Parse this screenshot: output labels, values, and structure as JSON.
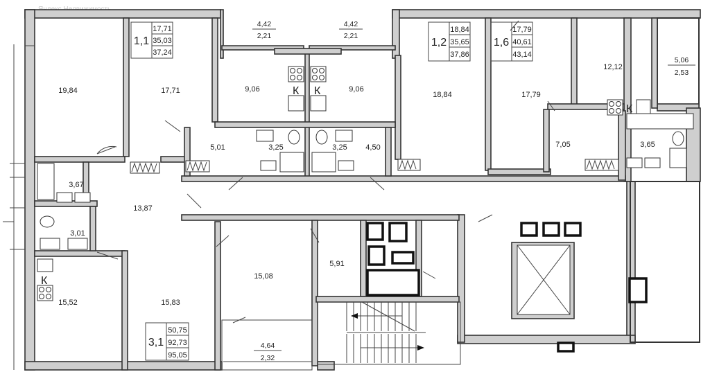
{
  "watermark": "Яндекс Недвижимость",
  "rooms": [
    {
      "id": "r1",
      "label": "19,84"
    },
    {
      "id": "r2",
      "label": "17,71"
    },
    {
      "id": "r3",
      "label": "9,06"
    },
    {
      "id": "r4",
      "label": "9,06"
    },
    {
      "id": "r5",
      "label": "18,84"
    },
    {
      "id": "r6",
      "label": "17,79"
    },
    {
      "id": "r7",
      "label": "12,12"
    },
    {
      "id": "r8",
      "label": "5,01"
    },
    {
      "id": "r9",
      "label": "3,25"
    },
    {
      "id": "r10",
      "label": "3,25"
    },
    {
      "id": "r11",
      "label": "4,50"
    },
    {
      "id": "r12",
      "label": "7,05"
    },
    {
      "id": "r13",
      "label": "3,65"
    },
    {
      "id": "r14",
      "label": "3,67"
    },
    {
      "id": "r15",
      "label": "13,87"
    },
    {
      "id": "r16",
      "label": "3,01"
    },
    {
      "id": "r17",
      "label": "15,08"
    },
    {
      "id": "r18",
      "label": "5,91"
    },
    {
      "id": "r19",
      "label": "15,52"
    },
    {
      "id": "r20",
      "label": "15,83"
    }
  ],
  "balconies": [
    {
      "id": "b1",
      "top": "4,42",
      "bottom": "2,21"
    },
    {
      "id": "b2",
      "top": "4,42",
      "bottom": "2,21"
    },
    {
      "id": "b3",
      "top": "5,06",
      "bottom": "2,53"
    },
    {
      "id": "b4",
      "top": "4,64",
      "bottom": "2,32"
    }
  ],
  "apartments": [
    {
      "id": "1,1",
      "living": "17,71",
      "total": "35,03",
      "with_balcony": "37,24"
    },
    {
      "id": "1,2",
      "living": "18,84",
      "total": "35,65",
      "with_balcony": "37,86"
    },
    {
      "id": "1,6",
      "living": "17,79",
      "total": "40,61",
      "with_balcony": "43,14"
    },
    {
      "id": "3,1",
      "living": "50,75",
      "total": "92,73",
      "with_balcony": "95,05"
    }
  ],
  "kitchen_mark": "К"
}
